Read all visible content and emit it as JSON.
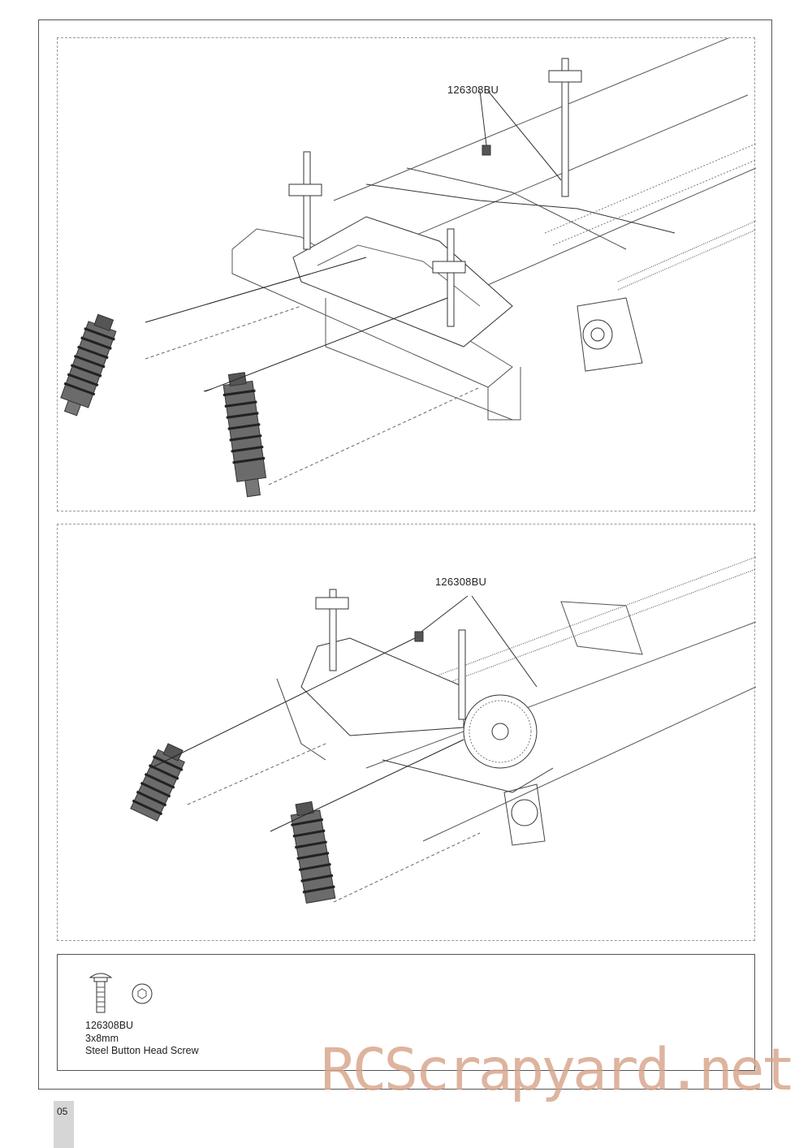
{
  "callouts": {
    "top_part": "126308BU",
    "bottom_part": "126308BU"
  },
  "legend": {
    "part_number": "126308BU",
    "size": "3x8mm",
    "description": "Steel Button Head Screw"
  },
  "page_number": "05",
  "watermark": "RCScrapyard.net"
}
